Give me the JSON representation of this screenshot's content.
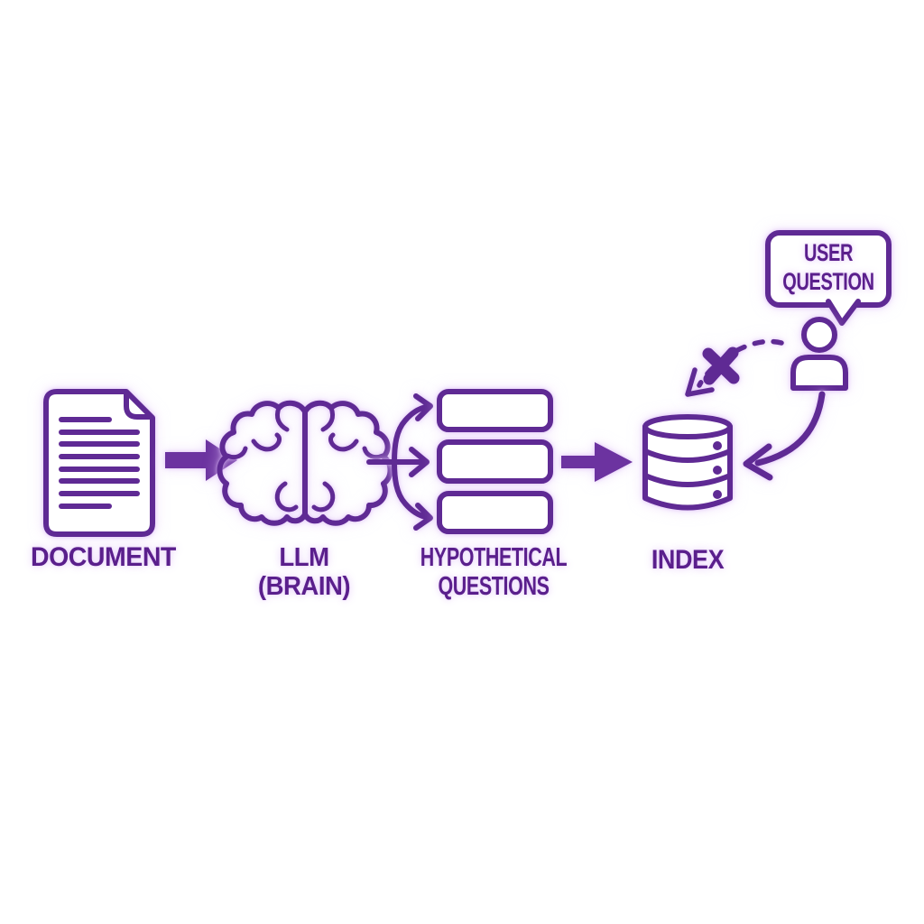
{
  "colors": {
    "background": "#ffffff",
    "line": "#5f2a94",
    "arrow_fill": "#6c33a0",
    "text": "#5a1f8c",
    "glow": "#debdf8"
  },
  "nodes": {
    "document": {
      "label": "DOCUMENT",
      "icon": "document-icon"
    },
    "llm": {
      "label_line1": "LLM",
      "label_line2": "(BRAIN)",
      "icon": "brain-icon"
    },
    "hypothetical_questions": {
      "label_line1": "HYPOTHETICAL",
      "label_line2": "QUESTIONS",
      "icon": "question-boxes-icon",
      "box_count": 3
    },
    "index": {
      "label": "INDEX",
      "icon": "database-icon"
    }
  },
  "user": {
    "bubble_line1": "USER",
    "bubble_line2": "QUESTION",
    "icon": "person-icon",
    "bubble_icon": "speech-bubble"
  },
  "connections": [
    {
      "from": "document",
      "to": "llm",
      "style": "filled-right-arrow"
    },
    {
      "from": "llm",
      "to": "hypothetical_questions",
      "style": "three-branch-arrows"
    },
    {
      "from": "hypothetical_questions",
      "to": "index",
      "style": "filled-right-arrow"
    },
    {
      "from": "user",
      "to": "index",
      "style": "solid-curved-arrow"
    },
    {
      "from": "user",
      "to": "index",
      "style": "dashed-arrow",
      "marker": "x-mark-blocked"
    }
  ]
}
